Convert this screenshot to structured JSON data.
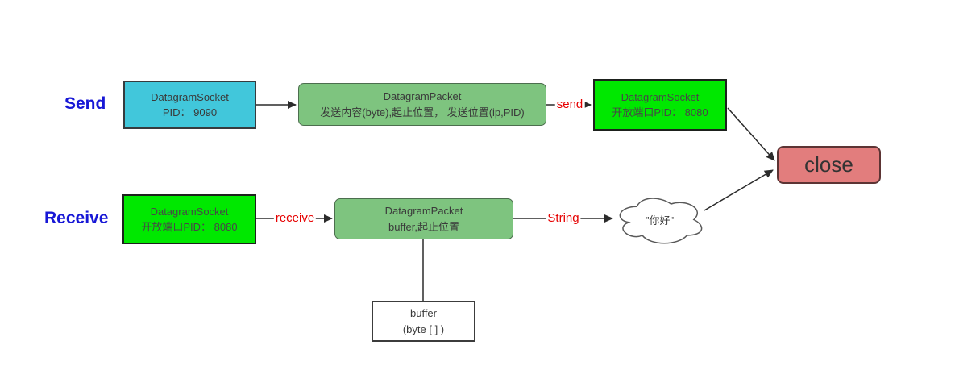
{
  "diagram": {
    "rows": {
      "send": "Send",
      "receive": "Receive"
    },
    "nodes": {
      "socket_9090": {
        "title": "DatagramSocket",
        "subtitle": "PID： 9090"
      },
      "packet_send": {
        "title": "DatagramPacket",
        "subtitle": "发送内容(byte),起止位置， 发送位置(ip,PID)"
      },
      "socket_8080_send": {
        "title": "DatagramSocket",
        "subtitle": "开放端口PID： 8080"
      },
      "close_node": {
        "label": "close"
      },
      "socket_8080_receive": {
        "title": "DatagramSocket",
        "subtitle": "开放端口PID： 8080"
      },
      "packet_receive": {
        "title": "DatagramPacket",
        "subtitle": "buffer,起止位置"
      },
      "message_cloud": {
        "label": "\"你好\""
      },
      "buffer": {
        "title": "buffer",
        "subtitle": "(byte [ ] )"
      }
    },
    "edges": {
      "send": "send",
      "receive": "receive",
      "string": "String"
    }
  },
  "colors": {
    "send_receive_label": "#1717d6",
    "edge_label": "#e60000",
    "socket_send_fill": "#41c7db",
    "socket_bound_fill": "#00e800",
    "packet_fill": "#7ec47f",
    "close_fill": "#e27d7d",
    "box_text": "#3a3a3a"
  }
}
